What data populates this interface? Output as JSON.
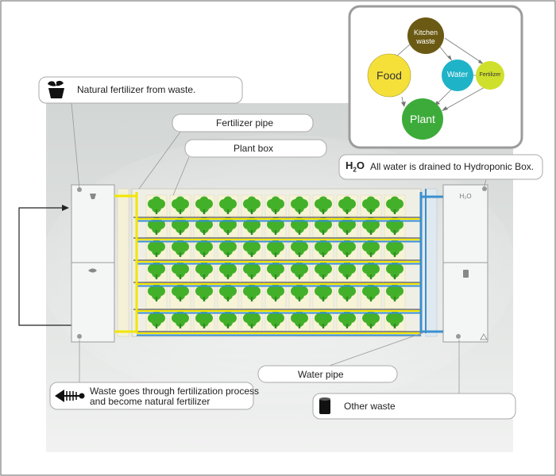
{
  "callouts": {
    "natural_fertilizer": "Natural fertilizer from waste.",
    "fertilizer_pipe": "Fertilizer pipe",
    "plant_box": "Plant box",
    "water_drained_h": "H",
    "water_drained_sub": "2",
    "water_drained_o": "O",
    "water_drained": "All water is drained to Hydroponic Box.",
    "water_pipe": "Water pipe",
    "waste_process_line1": "Waste goes through fertilization process",
    "waste_process_line2": "and become natural fertilizer",
    "other_waste": "Other waste"
  },
  "cycle": {
    "kitchen_waste_line1": "Kitchen",
    "kitchen_waste_line2": "waste",
    "food": "Food",
    "water": "Water",
    "fertilizer": "Fertilizer",
    "plant": "Plant"
  },
  "right_box_label": "H₂O",
  "colors": {
    "pipe_yellow": "#f2e600",
    "pipe_blue": "#3a8fd0",
    "plant_green": "#43b02a",
    "kitchen_waste": "#6b5a14",
    "food": "#f5e03a",
    "water": "#1fb3c8",
    "fertilizer": "#cfe02c",
    "plant": "#3dab3a"
  }
}
